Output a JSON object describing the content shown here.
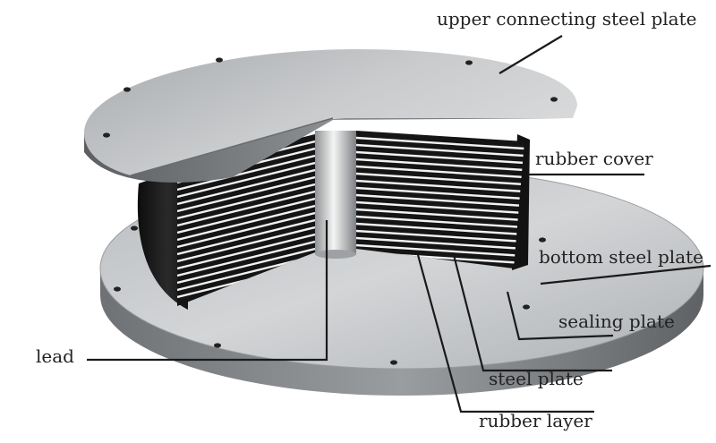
{
  "labels": {
    "upper_plate": "upper connecting steel plate",
    "rubber_cover": "rubber cover",
    "bottom_plate": "bottom steel plate",
    "sealing_plate": "sealing plate",
    "lead": "lead",
    "steel_plate": "steel plate",
    "rubber_layer": "rubber layer"
  },
  "colors": {
    "steel": "#c7c9cb",
    "rubber": "#1c1c1c",
    "lead_core": "#e6e6e6",
    "leader_line": "#1a1a1a"
  }
}
